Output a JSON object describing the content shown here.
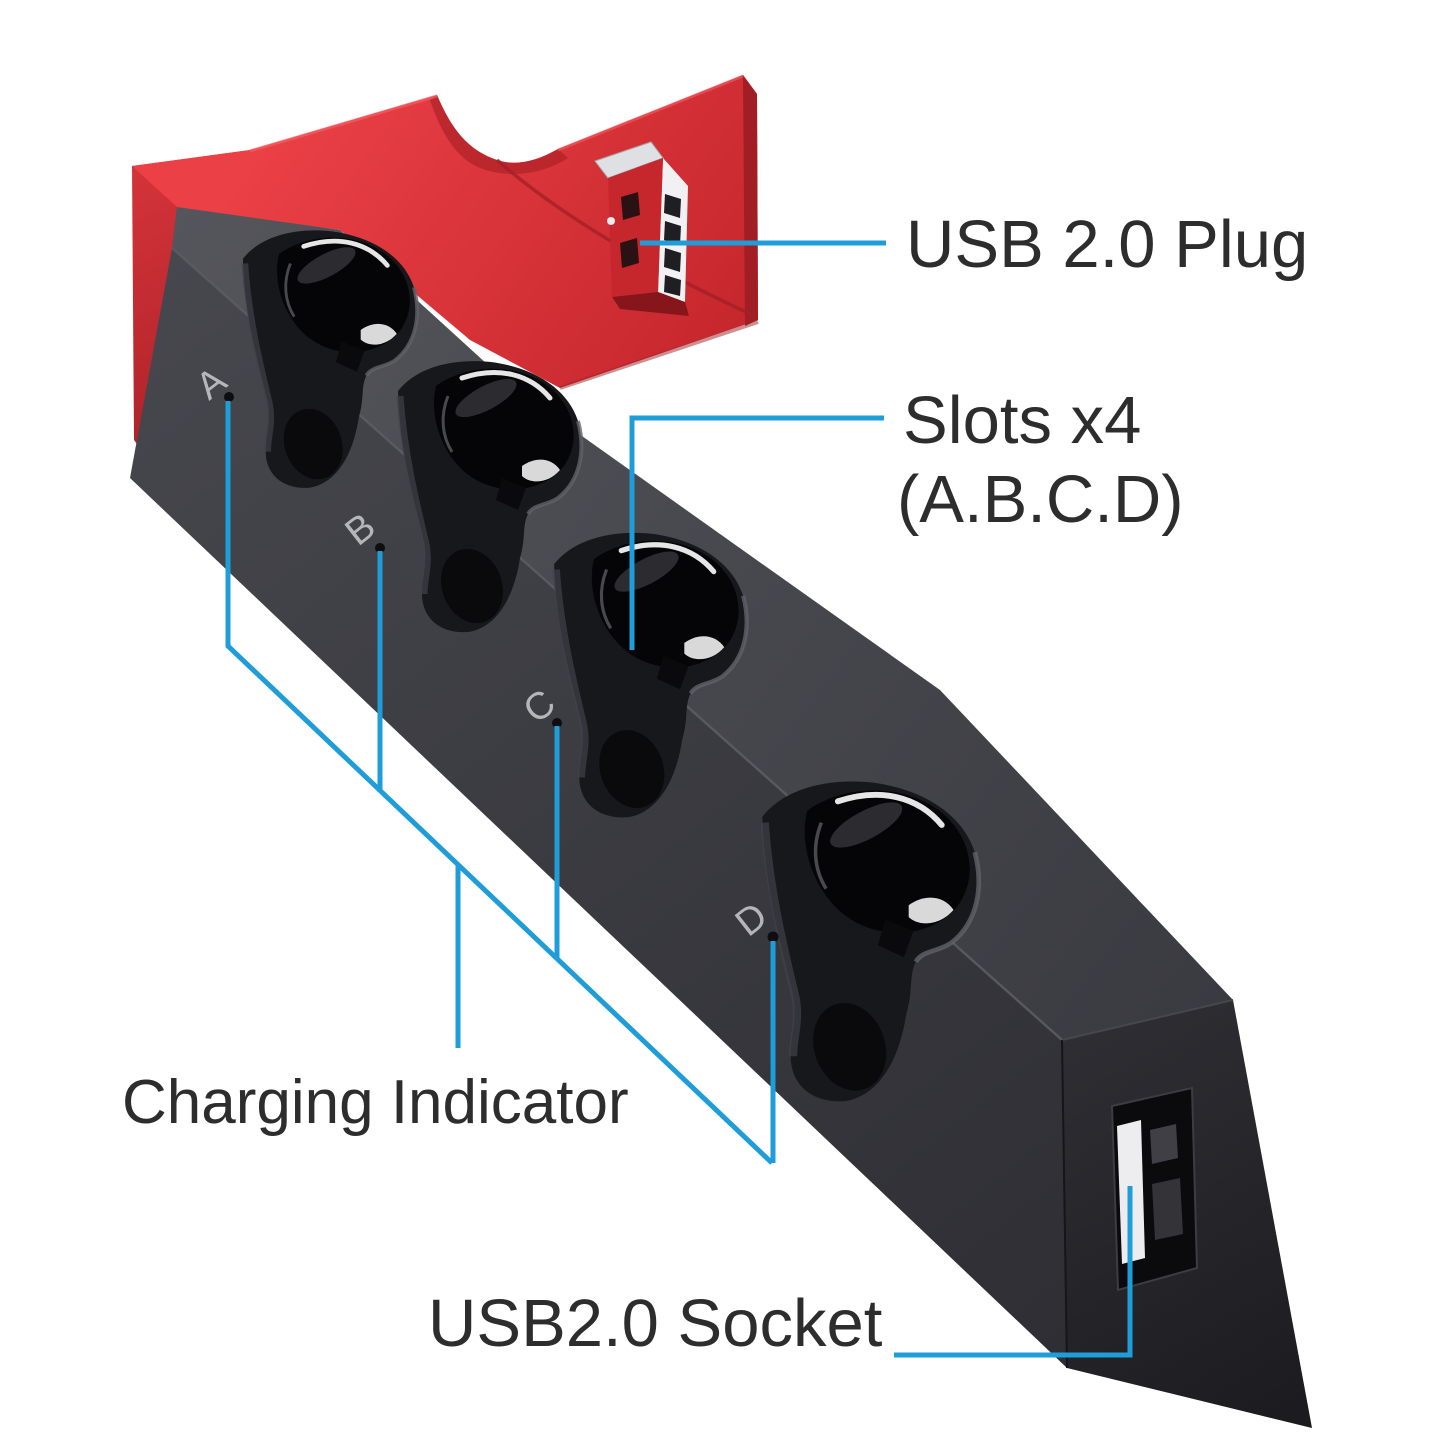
{
  "figure": {
    "type": "annotated product diagram",
    "subject": "4-slot controller charging dock",
    "background": "#ffffff"
  },
  "annotations": {
    "usb_plug": {
      "label": "USB 2.0 Plug"
    },
    "slots": {
      "label_line1": "Slots x4",
      "label_line2": "(A.B.C.D)"
    },
    "charging_indicator": {
      "label": "Charging Indicator"
    },
    "usb_socket": {
      "label": "USB2.0 Socket"
    }
  },
  "device": {
    "slot_labels": [
      "A",
      "B",
      "C",
      "D"
    ],
    "slot_count": "4"
  },
  "colors": {
    "callout_line": "#1F9DD9",
    "label_text": "#2D2D2D",
    "dock_red": "#E23B40",
    "dock_body": "#3E3E45",
    "usb_metal": "#EDEDEF"
  }
}
